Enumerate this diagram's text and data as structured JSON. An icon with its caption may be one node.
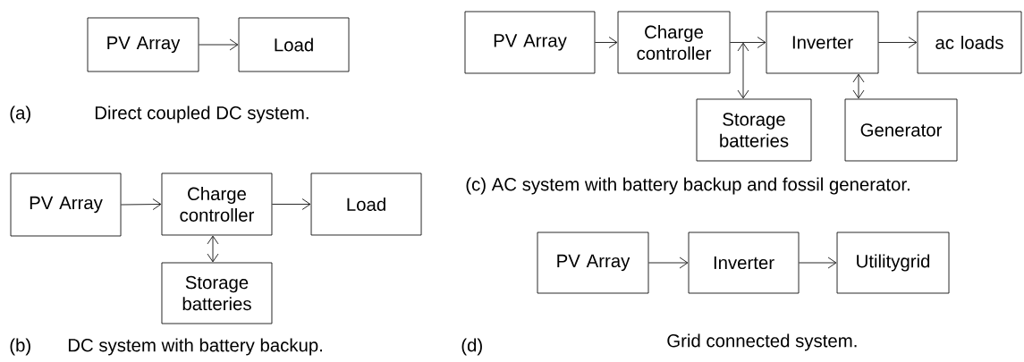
{
  "diagram": {
    "nodes": [
      {
        "text": [
          "PV Array"
        ]
      },
      {
        "text": [
          "Load"
        ]
      },
      {
        "text": [
          "PV Array"
        ]
      },
      {
        "text": [
          "Charge controller"
        ]
      },
      {
        "text": [
          "Load"
        ]
      },
      {
        "text": [
          "Storage batteries"
        ]
      },
      {
        "text": [
          "PV Array"
        ]
      },
      {
        "text": [
          "Charge controller"
        ]
      },
      {
        "text": [
          "Inverter"
        ]
      },
      {
        "text": [
          "ac loads"
        ]
      },
      {
        "text": [
          "Storage batteries"
        ]
      },
      {
        "text": [
          "Generator"
        ]
      },
      {
        "text": [
          "PV Array"
        ]
      },
      {
        "text": [
          "Inverter"
        ]
      },
      {
        "text": [
          "Utilitygrid"
        ]
      }
    ],
    "edges": [
      {
        "from": 0,
        "to": 1,
        "arrow": "to"
      },
      {
        "from": 2,
        "to": 3,
        "arrow": "to"
      },
      {
        "from": 3,
        "to": 4,
        "arrow": "to"
      },
      {
        "from": 3,
        "to": 5,
        "arrow": "both"
      },
      {
        "from": 6,
        "to": 7,
        "arrow": "to"
      },
      {
        "from": 7,
        "to": 8,
        "arrow": "to"
      },
      {
        "from": 8,
        "to": 9,
        "arrow": "to"
      },
      {
        "from": 7,
        "to": 10,
        "arrow": "both"
      },
      {
        "from": 8,
        "to": 11,
        "arrow": "both"
      },
      {
        "from": 12,
        "to": 13,
        "arrow": "to"
      },
      {
        "from": 13,
        "to": 14,
        "arrow": "to"
      }
    ],
    "labels": [
      "(a)",
      "Direct coupled DC system.",
      "(c) AC system with battery backup and fossil generator.",
      "(b)",
      "DC system with battery backup.",
      "(d)",
      "Grid connected system."
    ]
  }
}
